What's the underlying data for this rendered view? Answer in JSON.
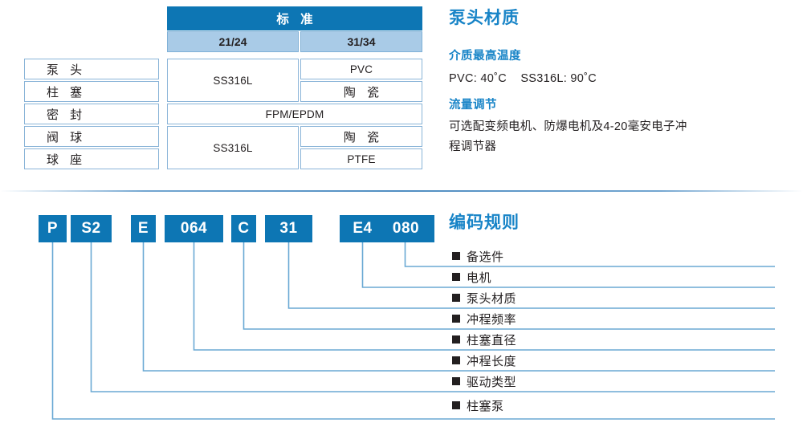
{
  "spec_table": {
    "header": "标 准",
    "sub_headers": [
      "21/24",
      "31/34"
    ],
    "row_labels": [
      "泵 头",
      "柱 塞",
      "密 封",
      "阀 球",
      "球 座"
    ],
    "values": {
      "ss316l_top": "SS316L",
      "pvc": "PVC",
      "ceramic_top": "陶 瓷",
      "fpm_epdm": "FPM/EPDM",
      "ss316l_bottom": "SS316L",
      "ceramic_bottom": "陶 瓷",
      "ptfe": "PTFE"
    }
  },
  "pumphead": {
    "title": "泵头材质",
    "temp_heading": "介质最高温度",
    "temp_value": "PVC: 40˚C    SS316L: 90˚C",
    "flow_heading": "流量调节",
    "flow_line1": "可选配变频电机、防爆电机及4-20毫安电子冲",
    "flow_line2": "程调节器"
  },
  "coding": {
    "title": "编码规则",
    "segments": [
      {
        "code": "P",
        "label": "柱塞泵"
      },
      {
        "code": "S2",
        "label": "驱动类型"
      },
      {
        "code": "E",
        "label": "冲程长度"
      },
      {
        "code": "064",
        "label": "柱塞直径"
      },
      {
        "code": "C",
        "label": "冲程频率"
      },
      {
        "code": "31",
        "label": "泵头材质"
      },
      {
        "code": "E4",
        "label": "电机"
      },
      {
        "code": "080",
        "label": "备选件"
      }
    ],
    "legend_order": [
      "备选件",
      "电机",
      "泵头材质",
      "冲程频率",
      "柱塞直径",
      "冲程长度",
      "驱动类型",
      "柱塞泵"
    ]
  },
  "colors": {
    "brand_blue": "#0d76b4",
    "heading_blue": "#1884c7",
    "header_light_blue": "#a9cbe7",
    "border_blue": "#8ab4d8",
    "text_dark": "#231f20"
  }
}
